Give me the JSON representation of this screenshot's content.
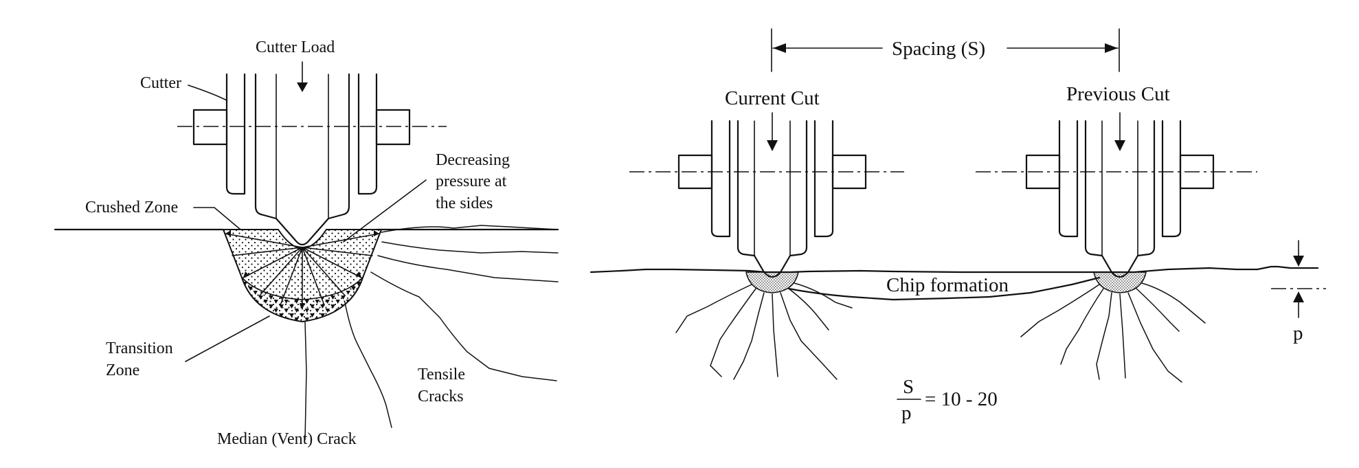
{
  "left_figure": {
    "cutter_load": "Cutter Load",
    "cutter": "Cutter",
    "decreasing_pressure": [
      "Decreasing",
      "pressure at",
      "the sides"
    ],
    "crushed_zone": "Crushed Zone",
    "transition_zone": [
      "Transition",
      "Zone"
    ],
    "tensile_cracks": [
      "Tensile",
      "Cracks"
    ],
    "median_crack": "Median (Vent) Crack"
  },
  "right_figure": {
    "spacing": "Spacing (S)",
    "current_cut": "Current Cut",
    "previous_cut": "Previous Cut",
    "chip_formation": "Chip formation",
    "penetration": "p",
    "ratio_numerator": "S",
    "ratio_denominator": "p",
    "ratio_value": "= 10 - 20"
  }
}
